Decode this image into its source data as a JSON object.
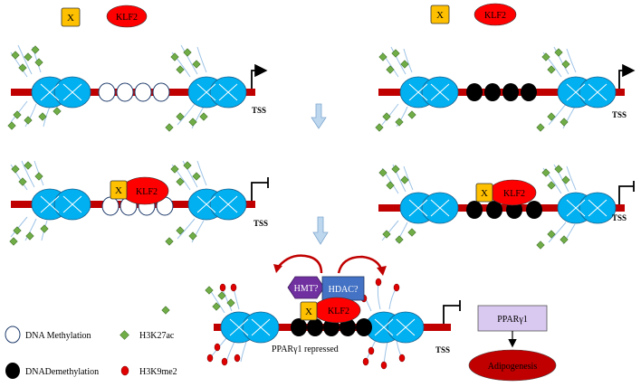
{
  "labels": {
    "x": "X",
    "klf2": "KLF2",
    "tss": "TSS",
    "hmt": "HMT?",
    "hdac": "HDAC?",
    "ppar": "PPARγ1",
    "ppar_repressed": "PPARγ1 repressed",
    "adipogenesis": "Adipogenesis"
  },
  "legend": {
    "dna_methylation": "DNA Methylation",
    "dna_demethylation": "DNADemethylation",
    "h3k27ac": "H3K27ac",
    "h3k9me2": "H3K9me2"
  },
  "colors": {
    "dna_bar": "#c00000",
    "nucleosome": "#00b0f0",
    "klf2": "#ff0000",
    "x_box": "#ffc000",
    "h3k27ac": "#70ad47",
    "h3k9me2": "#e00000",
    "hmt": "#7030a0",
    "hdac": "#4472c4",
    "ppar_box": "#d9c8f0",
    "adipogenesis": "#c00000",
    "down_arrow": "#bdd7ee",
    "curved_arrow": "#c00000"
  }
}
